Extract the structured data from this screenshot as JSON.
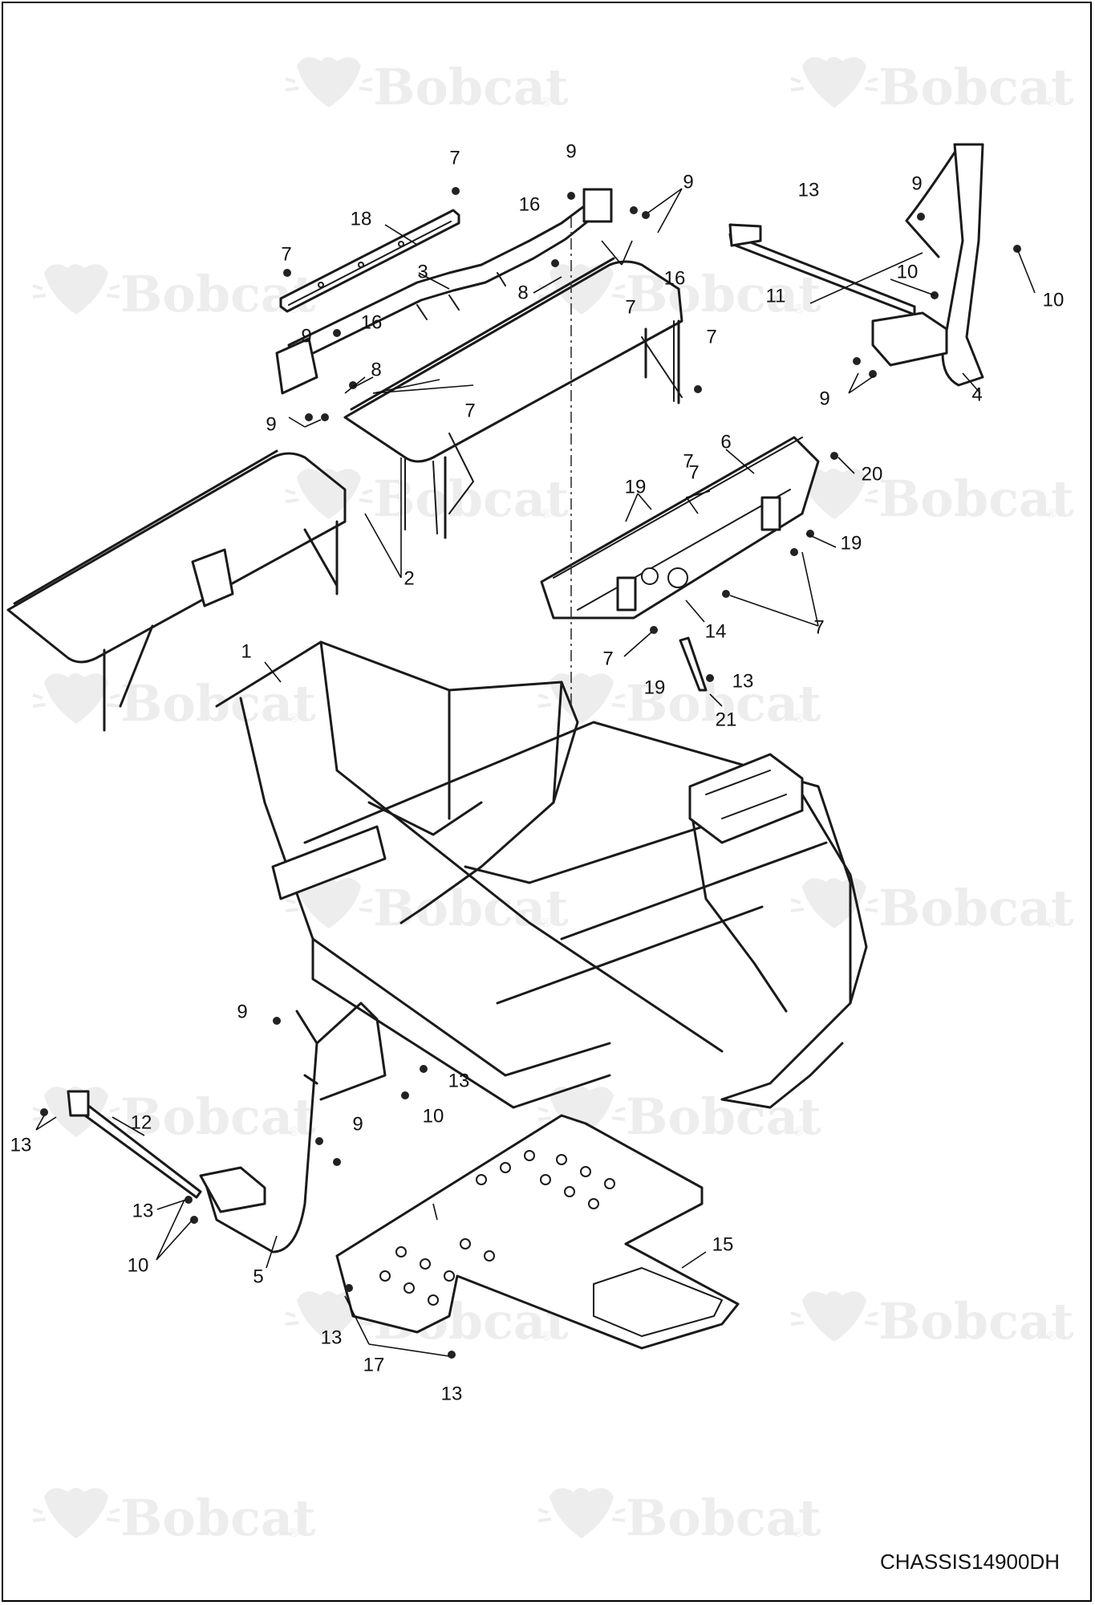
{
  "drawing": {
    "code": "CHASSIS14900DH",
    "watermark": "Bobcat",
    "watermark_mark": "®"
  },
  "colors": {
    "line": "#1a1a1a",
    "watermark": "#ededed",
    "background": "#ffffff"
  },
  "callouts": {
    "c1": "1",
    "c2": "2",
    "c3": "3",
    "c4": "4",
    "c5": "5",
    "c6": "6",
    "c7a": "7",
    "c7b": "7",
    "c7c": "7",
    "c7d": "7",
    "c7e": "7",
    "c7f": "7",
    "c7g": "7",
    "c7h": "7",
    "c7i": "7",
    "c8a": "8",
    "c8b": "8",
    "c9a": "9",
    "c9b": "9",
    "c9c": "9",
    "c9d": "9",
    "c9e": "9",
    "c9f": "9",
    "c9g": "9",
    "c9h": "9",
    "c10a": "10",
    "c10b": "10",
    "c10c": "10",
    "c10d": "10",
    "c11": "11",
    "c12": "12",
    "c13a": "13",
    "c13b": "13",
    "c13c": "13",
    "c13d": "13",
    "c13e": "13",
    "c13f": "13",
    "c13g": "13",
    "c14": "14",
    "c15": "15",
    "c16a": "16",
    "c16b": "16",
    "c16c": "16",
    "c17": "17",
    "c18": "18",
    "c19a": "19",
    "c19b": "19",
    "c19c": "19",
    "c20": "20",
    "c21": "21"
  }
}
